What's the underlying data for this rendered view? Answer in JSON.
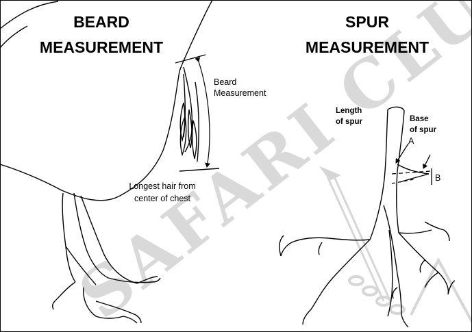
{
  "beard": {
    "heading_line1": "BEARD",
    "heading_line2": "MEASUREMENT",
    "measure_label_line1": "Beard",
    "measure_label_line2": "Measurement",
    "note_line1": "Longest hair from",
    "note_line2": "center of chest"
  },
  "spur": {
    "heading_line1": "SPUR",
    "heading_line2": "MEASUREMENT",
    "length_label_line1": "Length",
    "length_label_line2": "of spur",
    "base_label_line1": "Base",
    "base_label_line2": "of spur",
    "marker_a": "A",
    "marker_b": "B"
  },
  "watermark": {
    "text": "SAFARI CLUB INTERNATIONAL",
    "color": "#d9d9d9"
  },
  "colors": {
    "ink": "#000000",
    "background": "#ffffff"
  }
}
